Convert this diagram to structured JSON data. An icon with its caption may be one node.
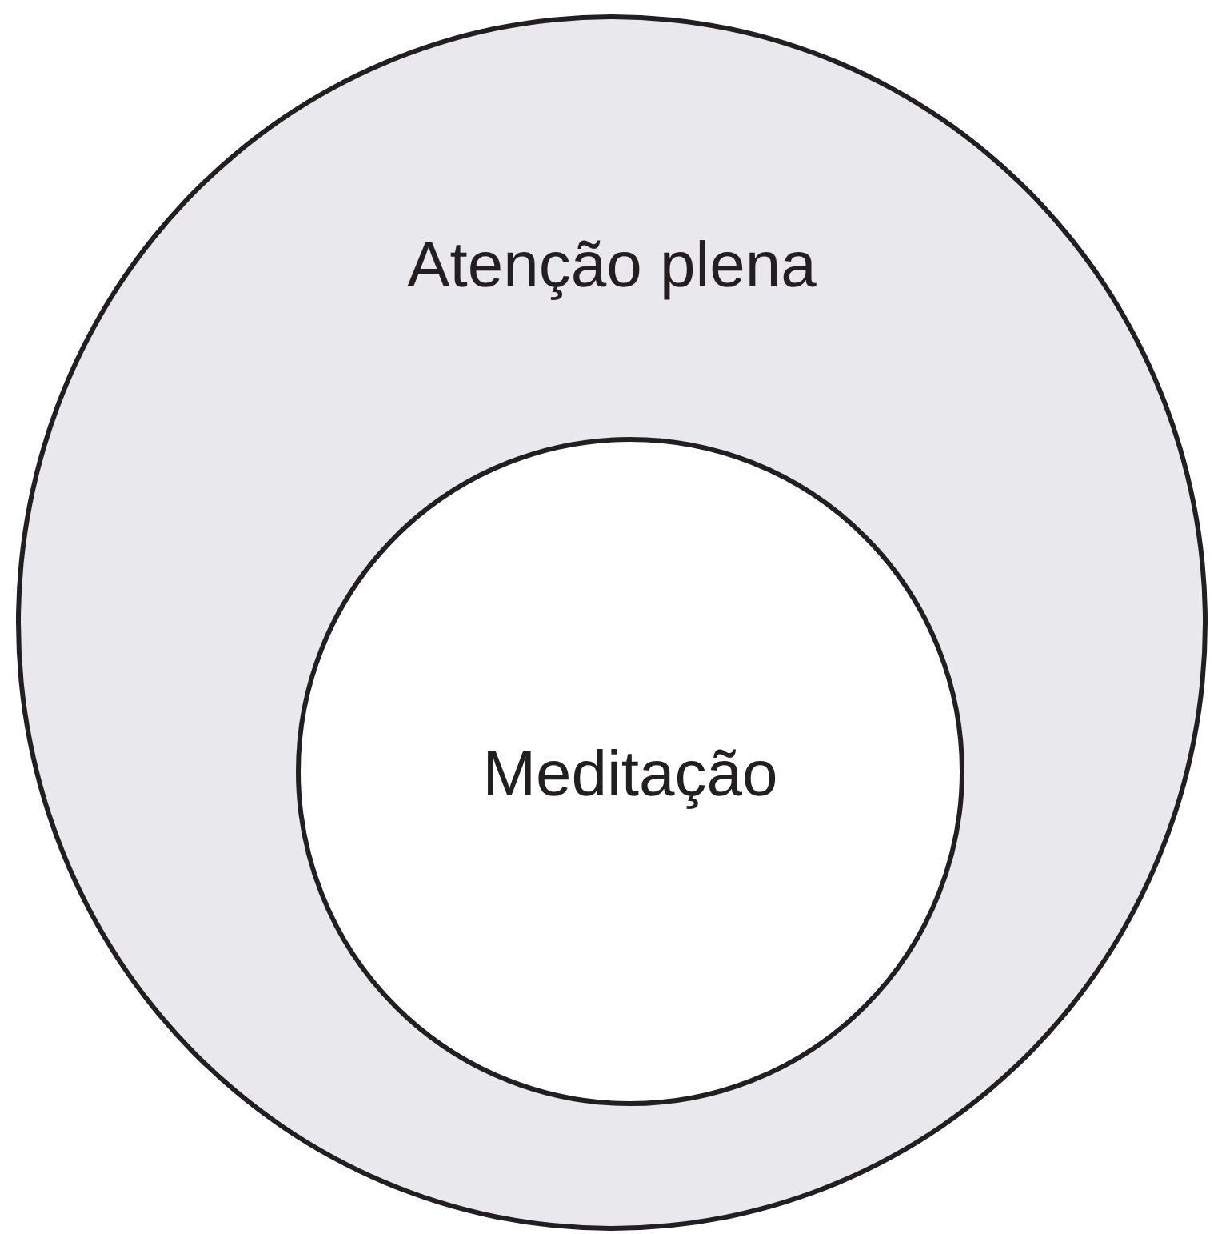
{
  "diagram": {
    "nodes": [
      {
        "text": [
          "Atenção plena"
        ]
      },
      {
        "text": [
          "Meditação"
        ],
        "in": 0
      }
    ]
  }
}
